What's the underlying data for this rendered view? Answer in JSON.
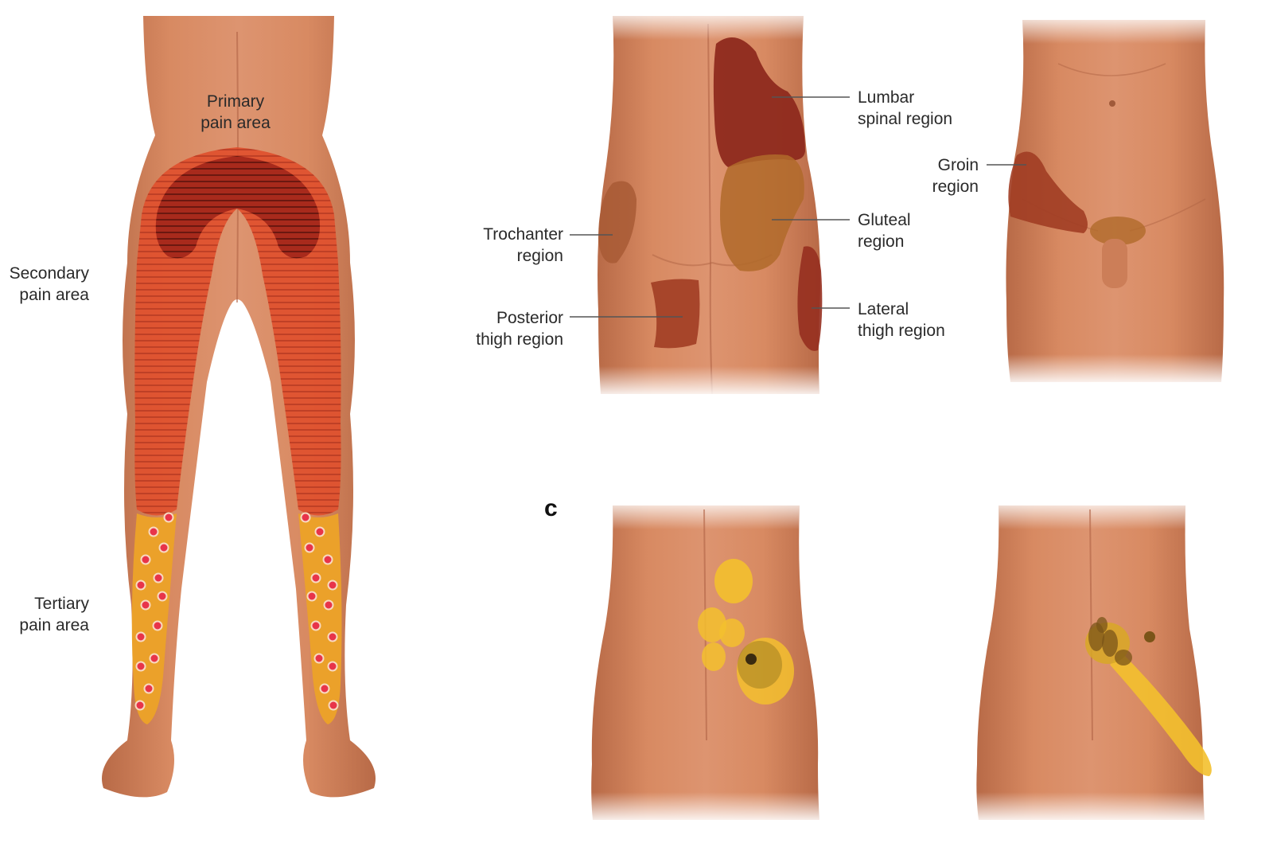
{
  "colors": {
    "skin": "#d88a62",
    "skin_shadow": "#b86a47",
    "primary": "#a82a1c",
    "secondary": "#e0502e",
    "tertiary": "#eba12a",
    "dot": "#e8344a",
    "region_dark": "#8e2a1e",
    "region_mid": "#a13d24",
    "gluteal": "#b06a2a",
    "referred_yellow": "#f3c02e",
    "referred_brown": "#7a5418"
  },
  "figure_a": {
    "primary": [
      "Primary",
      "pain area"
    ],
    "secondary": [
      "Secondary",
      "pain area"
    ],
    "tertiary": [
      "Tertiary",
      "pain area"
    ]
  },
  "figure_b": {
    "lumbar": [
      "Lumbar",
      "spinal region"
    ],
    "trochanter": [
      "Trochanter",
      "region"
    ],
    "gluteal": [
      "Gluteal",
      "region"
    ],
    "posterior": [
      "Posterior",
      "thigh region"
    ],
    "lateral": [
      "Lateral",
      "thigh region"
    ],
    "groin": [
      "Groin",
      "region"
    ]
  },
  "figure_c": {
    "letter": "c"
  }
}
